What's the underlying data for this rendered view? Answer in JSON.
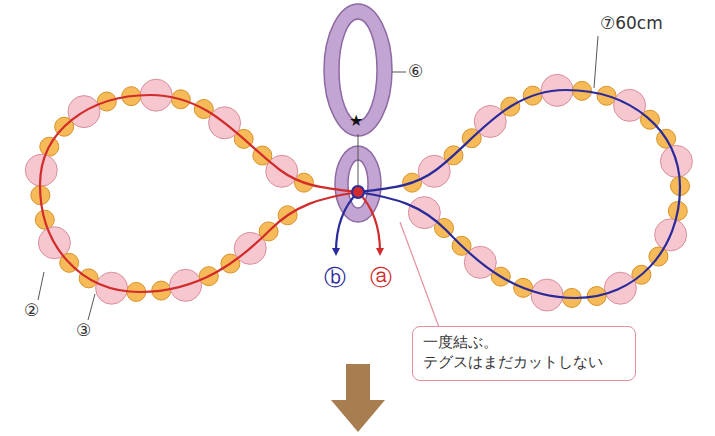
{
  "diagram": {
    "nodes": [
      {
        "text": [
          "一度結ぶ。 テグスはまだカットしない"
        ]
      }
    ],
    "labels": [
      "⑦60cm",
      "⑥",
      "★",
      "②",
      "③",
      "ⓑ",
      "ⓐ"
    ]
  }
}
